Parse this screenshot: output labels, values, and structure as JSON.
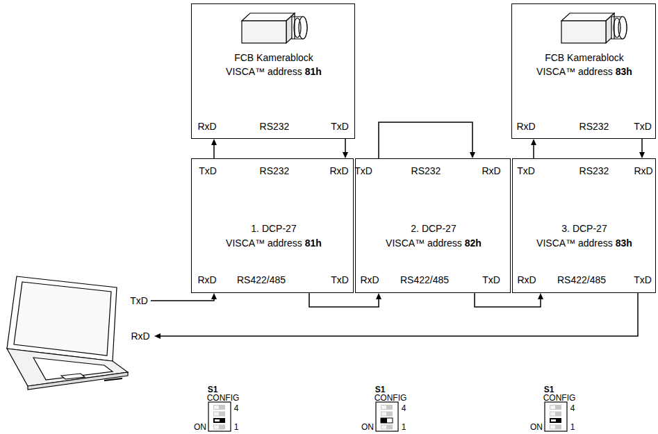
{
  "diagram": {
    "nodes": [
      {
        "text": [
          "FCB Kamerablock",
          "VISCA™ address",
          "81h",
          "RxD",
          "RS232",
          "TxD"
        ]
      },
      {
        "text": [
          "FCB Kamerablock",
          "VISCA™ address",
          "83h",
          "RxD",
          "RS232",
          "TxD"
        ]
      },
      {
        "text": [
          "TxD",
          "RS232",
          "RxD",
          "1. DCP-27",
          "VISCA™ address",
          "81h",
          "RxD",
          "RS422/485",
          "TxD"
        ]
      },
      {
        "text": [
          "TxD",
          "RS232",
          "RxD",
          "2. DCP-27",
          "VISCA™ address",
          "82h",
          "RxD",
          "RS422/485",
          "TxD"
        ]
      },
      {
        "text": [
          "TxD",
          "RS232",
          "RxD",
          "3. DCP-27",
          "VISCA™ address",
          "83h",
          "RxD",
          "RS422/485",
          "TxD"
        ]
      }
    ],
    "edges": [
      {
        "from": 2,
        "to": 0,
        "arrow": "to"
      },
      {
        "from": 0,
        "to": 2,
        "arrow": "to"
      },
      {
        "from": 2,
        "to": 3,
        "arrow": "to"
      },
      {
        "from": 3,
        "to": 4,
        "arrow": "to"
      },
      {
        "from": 4,
        "to": 1,
        "arrow": "to"
      },
      {
        "from": 1,
        "to": 4,
        "arrow": "to"
      }
    ],
    "labels": [
      "TxD",
      "RxD",
      "S1",
      "CONFIG",
      "4",
      "1",
      "ON",
      "S1",
      "CONFIG",
      "4",
      "1",
      "ON",
      "S1",
      "CONFIG",
      "4",
      "1",
      "ON"
    ]
  }
}
